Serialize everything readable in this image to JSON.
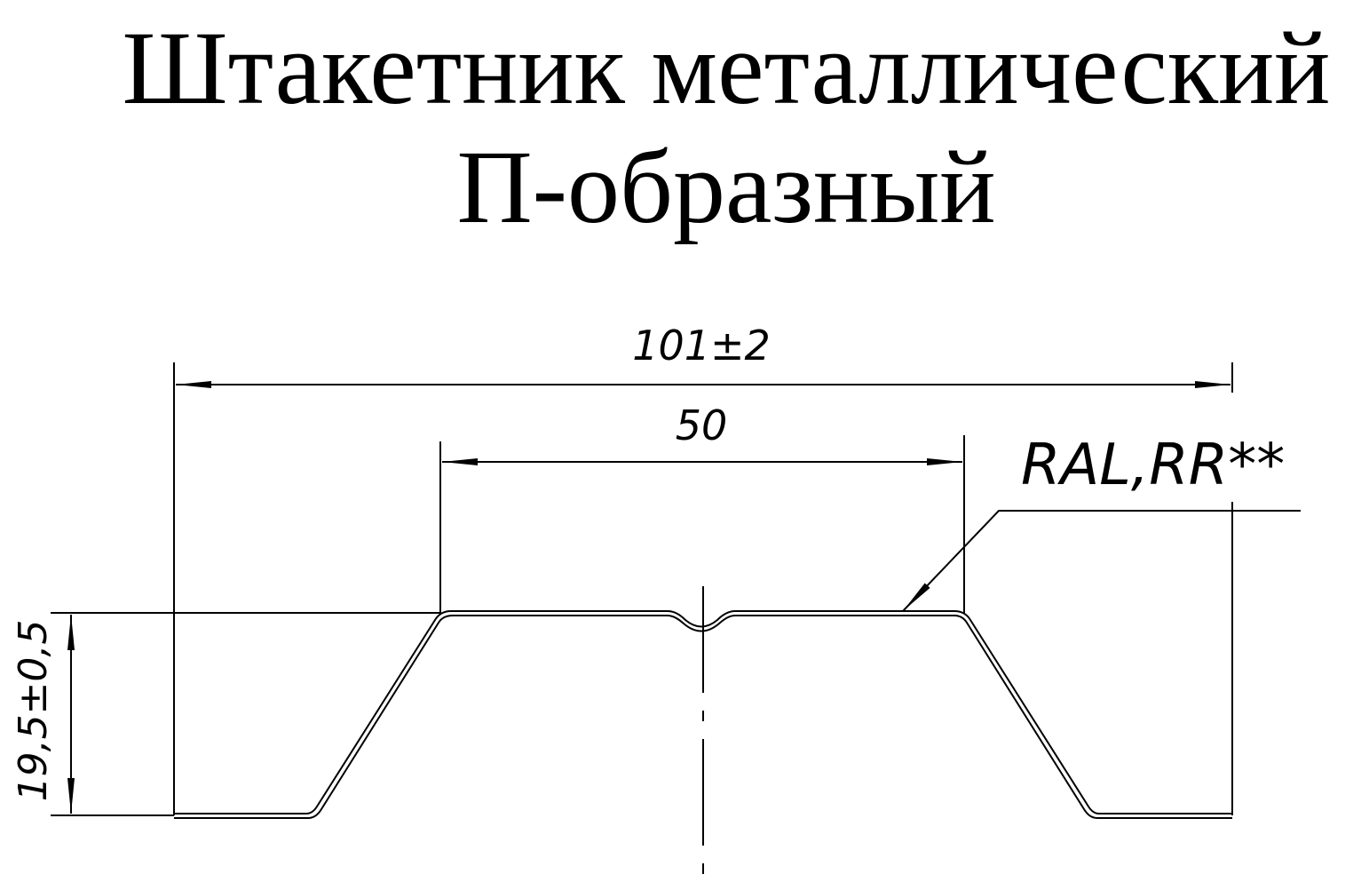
{
  "title": {
    "line1": "Штакетник металлический",
    "line2": "П-образный"
  },
  "dimensions": {
    "total_width": "101±2",
    "top_width": "50",
    "height": "19,5±0,5"
  },
  "callout": {
    "coating": "RAL,RR**"
  },
  "colors": {
    "line": "#000000",
    "background": "#ffffff"
  }
}
